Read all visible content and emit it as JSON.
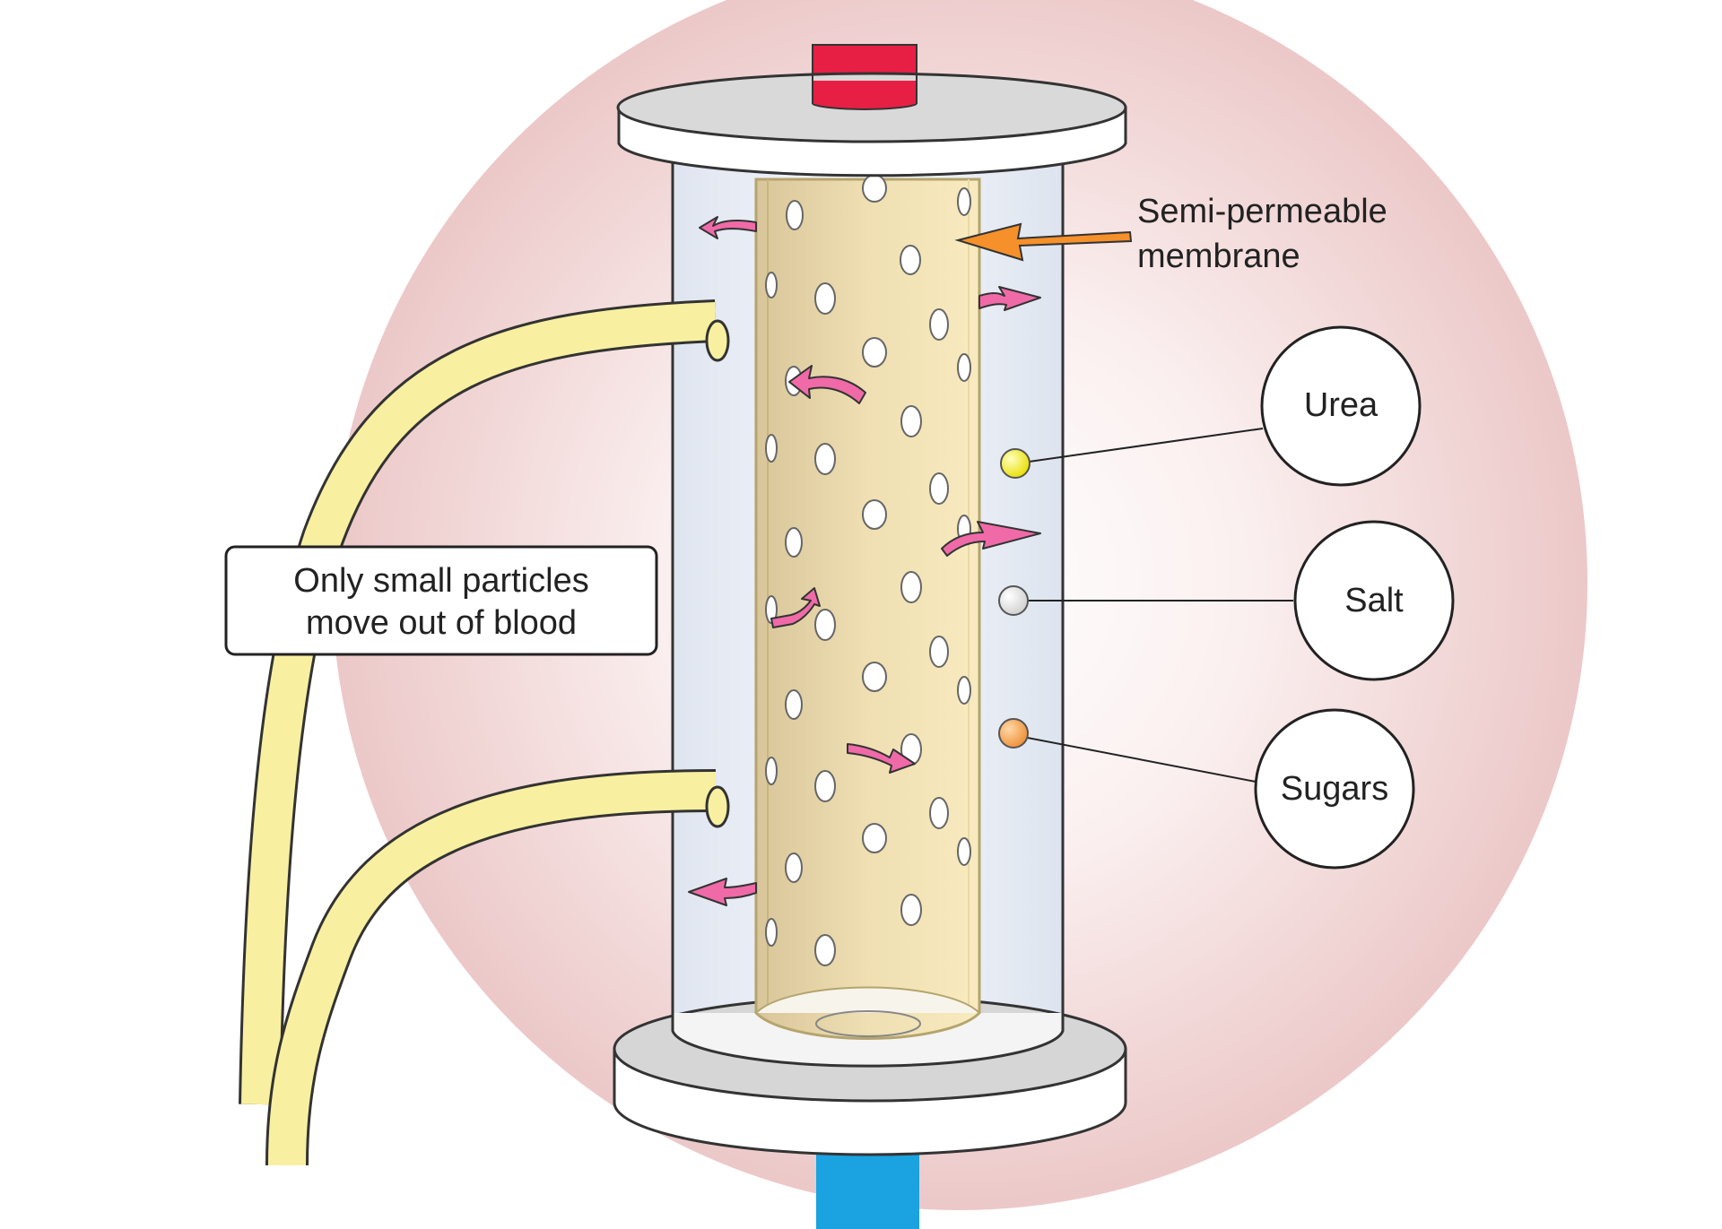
{
  "labels": {
    "membrane_line1": "Semi-permeable",
    "membrane_line2": "membrane",
    "callout_line1": "Only small particles",
    "callout_line2": "move out of blood",
    "urea": "Urea",
    "salt": "Salt",
    "sugars": "Sugars"
  },
  "colors": {
    "background_glow": "#ecc8c8",
    "membrane_fill": "#f6e6b8",
    "tubing_fill": "#f8f0a0",
    "inlet_top": "#e81f45",
    "outlet_bottom": "#1aa3e0",
    "arrow_flow": "#f06aa8",
    "membrane_pointer": "#f5902a",
    "urea_particle": "#f2ea10",
    "salt_particle": "#e8e8e8",
    "sugar_particle": "#f2a24e"
  },
  "icons": {
    "membrane_pointer": "orange-arrow-icon",
    "diffusion": "curved-pink-arrow-icon"
  }
}
